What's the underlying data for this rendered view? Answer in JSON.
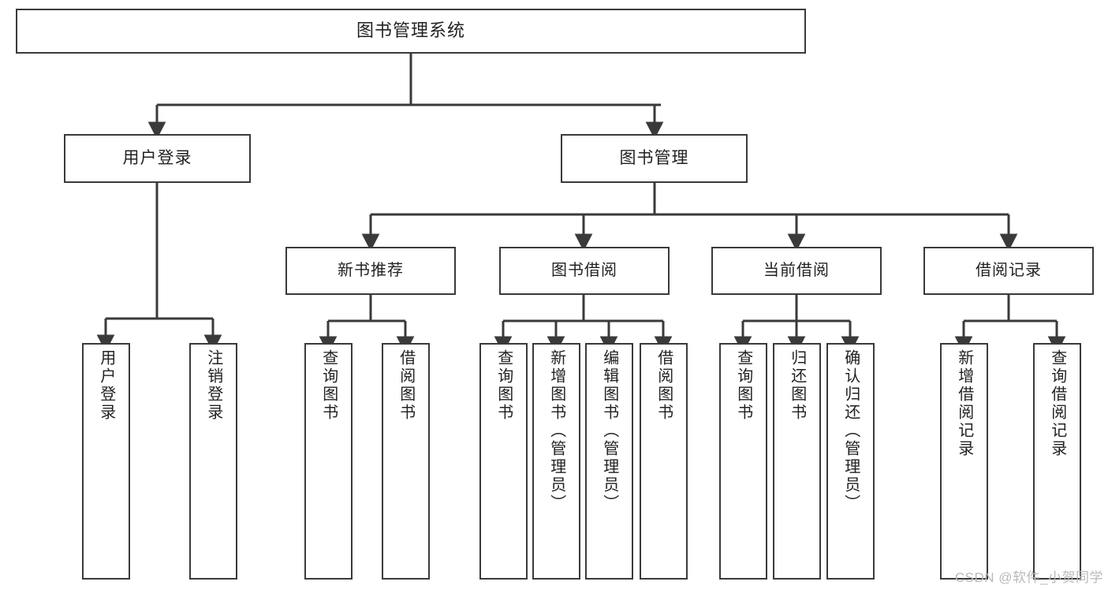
{
  "diagram": {
    "title": "图书管理系统",
    "type": "hierarchy-tree",
    "root": {
      "id": "root",
      "label": "图书管理系统"
    },
    "level1": [
      {
        "id": "user-login",
        "label": "用户登录"
      },
      {
        "id": "book-manage",
        "label": "图书管理"
      }
    ],
    "level2": [
      {
        "id": "new-book-rec",
        "label": "新书推荐",
        "parent": "book-manage"
      },
      {
        "id": "book-borrow",
        "label": "图书借阅",
        "parent": "book-manage"
      },
      {
        "id": "current-borrow",
        "label": "当前借阅",
        "parent": "book-manage"
      },
      {
        "id": "borrow-record",
        "label": "借阅记录",
        "parent": "book-manage"
      }
    ],
    "leaves": [
      {
        "id": "leaf-user-login",
        "label": "用户登录",
        "parent": "user-login"
      },
      {
        "id": "leaf-logout",
        "label": "注销登录",
        "parent": "user-login"
      },
      {
        "id": "leaf-query-book-1",
        "label": "查询图书",
        "parent": "new-book-rec"
      },
      {
        "id": "leaf-borrow-book-1",
        "label": "借阅图书",
        "parent": "new-book-rec"
      },
      {
        "id": "leaf-query-book-2",
        "label": "查询图书",
        "parent": "book-borrow"
      },
      {
        "id": "leaf-add-book",
        "label": "新增图书（管理员）",
        "parent": "book-borrow"
      },
      {
        "id": "leaf-edit-book",
        "label": "编辑图书（管理员）",
        "parent": "book-borrow"
      },
      {
        "id": "leaf-borrow-book-2",
        "label": "借阅图书",
        "parent": "book-borrow"
      },
      {
        "id": "leaf-query-book-3",
        "label": "查询图书",
        "parent": "current-borrow"
      },
      {
        "id": "leaf-return-book",
        "label": "归还图书",
        "parent": "current-borrow"
      },
      {
        "id": "leaf-confirm-return",
        "label": "确认归还（管理员）",
        "parent": "current-borrow"
      },
      {
        "id": "leaf-add-record",
        "label": "新增借阅记录",
        "parent": "borrow-record"
      },
      {
        "id": "leaf-query-record",
        "label": "查询借阅记录",
        "parent": "borrow-record"
      }
    ]
  },
  "watermark": {
    "text": "CSDN @软件_小贺同学"
  },
  "colors": {
    "stroke": "#3a3a3a",
    "background": "#ffffff",
    "text": "#222222",
    "watermark": "#b9b9b9"
  }
}
